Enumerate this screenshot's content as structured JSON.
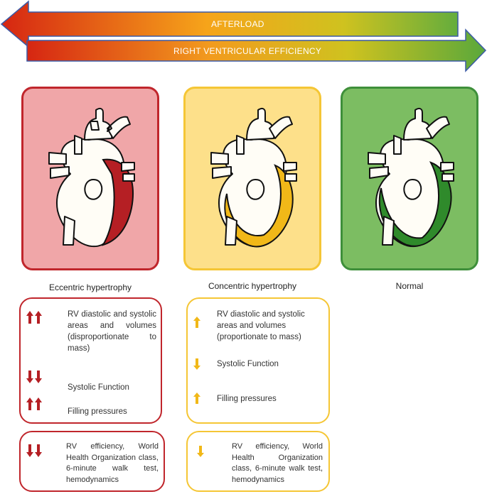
{
  "header": {
    "afterload_label": "AFTERLOAD",
    "efficiency_label": "RIGHT VENTRICULAR EFFICIENCY"
  },
  "columns": [
    {
      "id": "eccentric",
      "title": "Eccentric hypertrophy",
      "colors": {
        "border": "#c0262c",
        "panel_bg": "#f0a6a8",
        "ventricle": "#b51f24"
      },
      "items": [
        {
          "icon": "double-up-arrow-icon",
          "text": "RV diastolic and systolic areas and volumes (disproportionate to mass)"
        },
        {
          "icon": "double-down-arrow-icon",
          "text": "Systolic Function"
        },
        {
          "icon": "double-up-arrow-icon",
          "text": "Filling pressures"
        }
      ],
      "outcome": {
        "icon": "double-down-arrow-icon",
        "text": "RV efficiency, World Health Organization class, 6-minute walk test, hemodynamics"
      }
    },
    {
      "id": "concentric",
      "title": "Concentric hypertrophy",
      "colors": {
        "border": "#f5c635",
        "panel_bg": "#fde08a",
        "ventricle": "#f1b818"
      },
      "items": [
        {
          "icon": "up-arrow-icon",
          "text": "RV diastolic and systolic areas and volumes (proportionate to mass)"
        },
        {
          "icon": "down-arrow-icon",
          "text": "Systolic Function"
        },
        {
          "icon": "up-arrow-icon",
          "text": "Filling pressures"
        }
      ],
      "outcome": {
        "icon": "down-arrow-icon",
        "text": "RV efficiency, World Health Organization class, 6-minute walk test, hemodynamics"
      }
    },
    {
      "id": "normal",
      "title": "Normal",
      "colors": {
        "border": "#3e8f3a",
        "panel_bg": "#7cbd62",
        "ventricle": "#2f8a2b"
      }
    }
  ],
  "arrow_colors": {
    "red": "#d42a12",
    "orange": "#f7a21b",
    "yellow": "#d8c11e",
    "green": "#5aa83b",
    "outline": "#3b5aa6"
  }
}
